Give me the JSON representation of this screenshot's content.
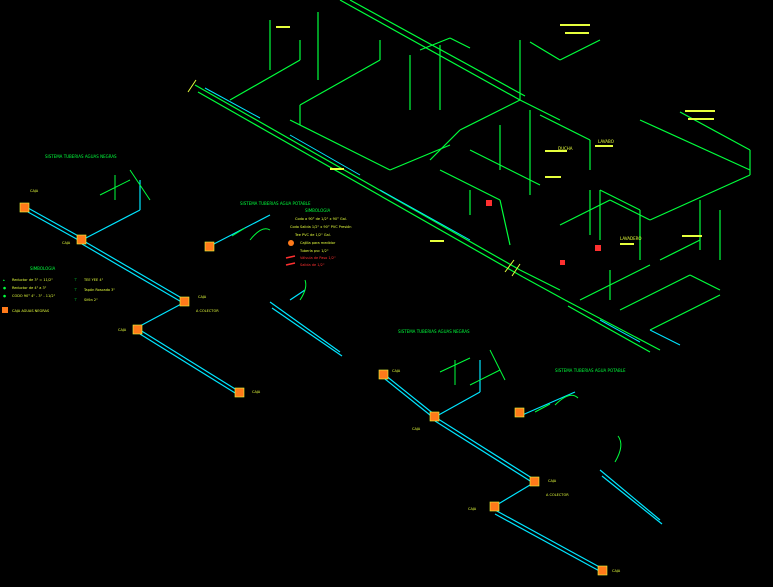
{
  "colors": {
    "background": "#000000",
    "pipe_green": "#00ff3c",
    "pipe_cyan": "#00e5ff",
    "label_yellow": "#e6ff3c",
    "label_red": "#ff3030",
    "box_orange": "#ff7a1a"
  },
  "titles": {
    "left": "SISTEMA TUBERIAS AGUAS NEGRAS",
    "center_top": "SISTEMA TUBERIAS AGUA POTABLE",
    "center_bottom": "SISTEMA TUBERIAS AGUAS NEGRAS",
    "right_bottom": "SISTEMA TUBERIAS AGUA POTABLE",
    "simbologia_left": "SIMBOLOGIA",
    "simbologia_center": "SIMBOLOGIA"
  },
  "legend_left": [
    {
      "symbol": "triangle",
      "text": "Reductor de 3\" = 11/2\""
    },
    {
      "symbol": "circle",
      "text": "Reductor de 4\" a 3\""
    },
    {
      "symbol": "circle",
      "text": "CODO 90° 4\" - 3\" - 11/2\""
    },
    {
      "symbol": "box",
      "text": "CAJA AGUAS NEGRAS"
    },
    {
      "symbol": "tee",
      "text": "TEE YEE 4\""
    },
    {
      "symbol": "tee",
      "text": "Tapón Roscado 3\""
    },
    {
      "symbol": "tee",
      "text": "Sifón 2\""
    }
  ],
  "legend_center": [
    {
      "text": "Codo a 90° de 1/2\" x 90° Gal."
    },
    {
      "text": "Codo Salida 1/2\" x 90° PVC Presión"
    },
    {
      "text": "Tee PVC de 1/2\" Gal."
    },
    {
      "text": "Cajilla para medidor"
    },
    {
      "text": "Tubería pvc 1/2\""
    },
    {
      "text": "Válvula de Paso 1/2\""
    },
    {
      "text": "Salida de 1/2\""
    }
  ],
  "box_labels": {
    "caja": "CAJA",
    "a_colector": "A COLECTOR",
    "caja_aguas_negras": "CAJA AGUAS NEGRAS"
  },
  "callouts": {
    "lavabo": "LAVABO",
    "ducha": "DUCHA",
    "lavadero": "LAVADERO"
  }
}
